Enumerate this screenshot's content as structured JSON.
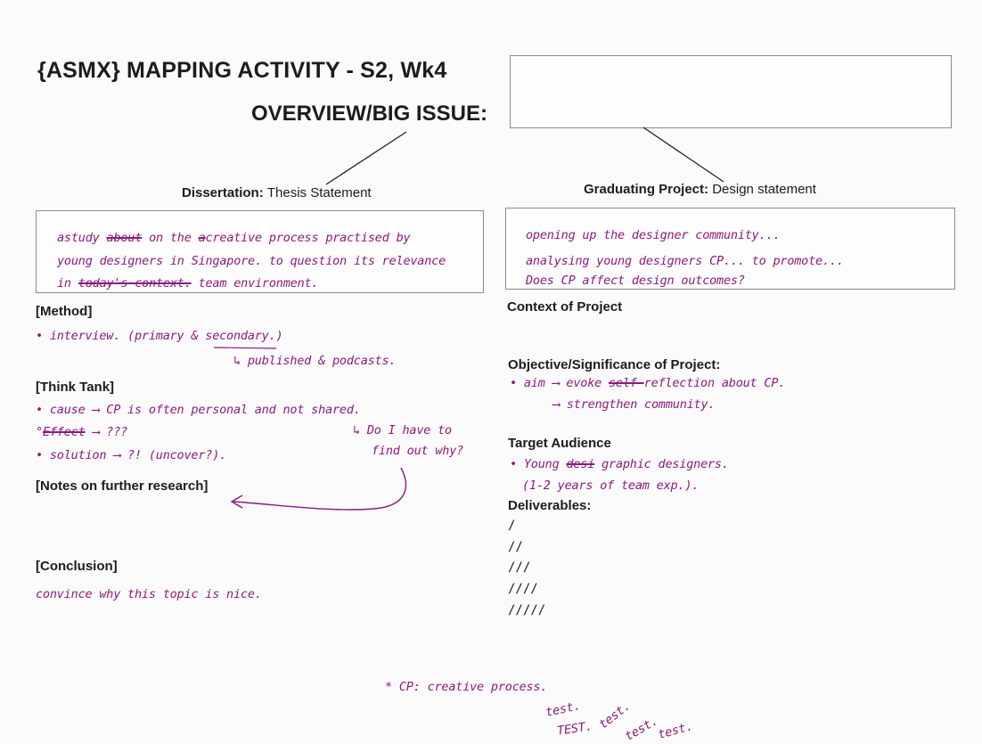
{
  "header": {
    "title": "{ASMX} MAPPING ACTIVITY - S2, Wk4",
    "overview_label": "OVERVIEW/BIG ISSUE:",
    "overview_value": ""
  },
  "dissertation": {
    "heading_bold": "Dissertation:",
    "heading_rest": "Thesis Statement",
    "statement_lines": [
      "astudy",
      "on the",
      "creative process practised by",
      "young designers in Singapore. to question its relevance",
      "in",
      "team environment."
    ],
    "statement_strikes": [
      "about",
      "a",
      "today's context."
    ],
    "method_label": "[Method]",
    "method_note": "• interview. (primary & secondary.)",
    "method_sub": "↳ published & podcasts.",
    "think_tank_label": "[Think Tank]",
    "think_tank_items": [
      "• cause ⟶ CP is often personal and not shared.",
      "⟶ ???",
      "• solution ⟶ ?! (uncover?)."
    ],
    "think_tank_effect": "Effect",
    "think_tank_aside": [
      "↳ Do I have to",
      "find out why?"
    ],
    "notes_label": "[Notes on further research]",
    "conclusion_label": "[Conclusion]",
    "conclusion_note": "convince why this topic is nice."
  },
  "project": {
    "heading_bold": "Graduating Project:",
    "heading_rest": "Design statement",
    "statement_lines": [
      "opening up the designer community...",
      "analysing young designers CP... to promote...",
      "Does CP affect design outcomes?"
    ],
    "context_label": "Context of Project",
    "objective_label": "Objective/Significance of Project:",
    "objective_items": [
      "• aim ⟶ evoke",
      "reflection about CP.",
      "⟶ strengthen community."
    ],
    "objective_strike": "self-",
    "audience_label": "Target Audience",
    "audience_items": [
      "• Young",
      "graphic designers.",
      "(1-2 years of team exp.)."
    ],
    "audience_strike": "desi",
    "deliverables_label": "Deliverables:",
    "deliverables": [
      "/",
      "//",
      "///",
      "////",
      "/////"
    ]
  },
  "footer": {
    "footnote": "* CP: creative process.",
    "tests": [
      "test.",
      "TEST.",
      "test.",
      "test.",
      "test."
    ]
  }
}
